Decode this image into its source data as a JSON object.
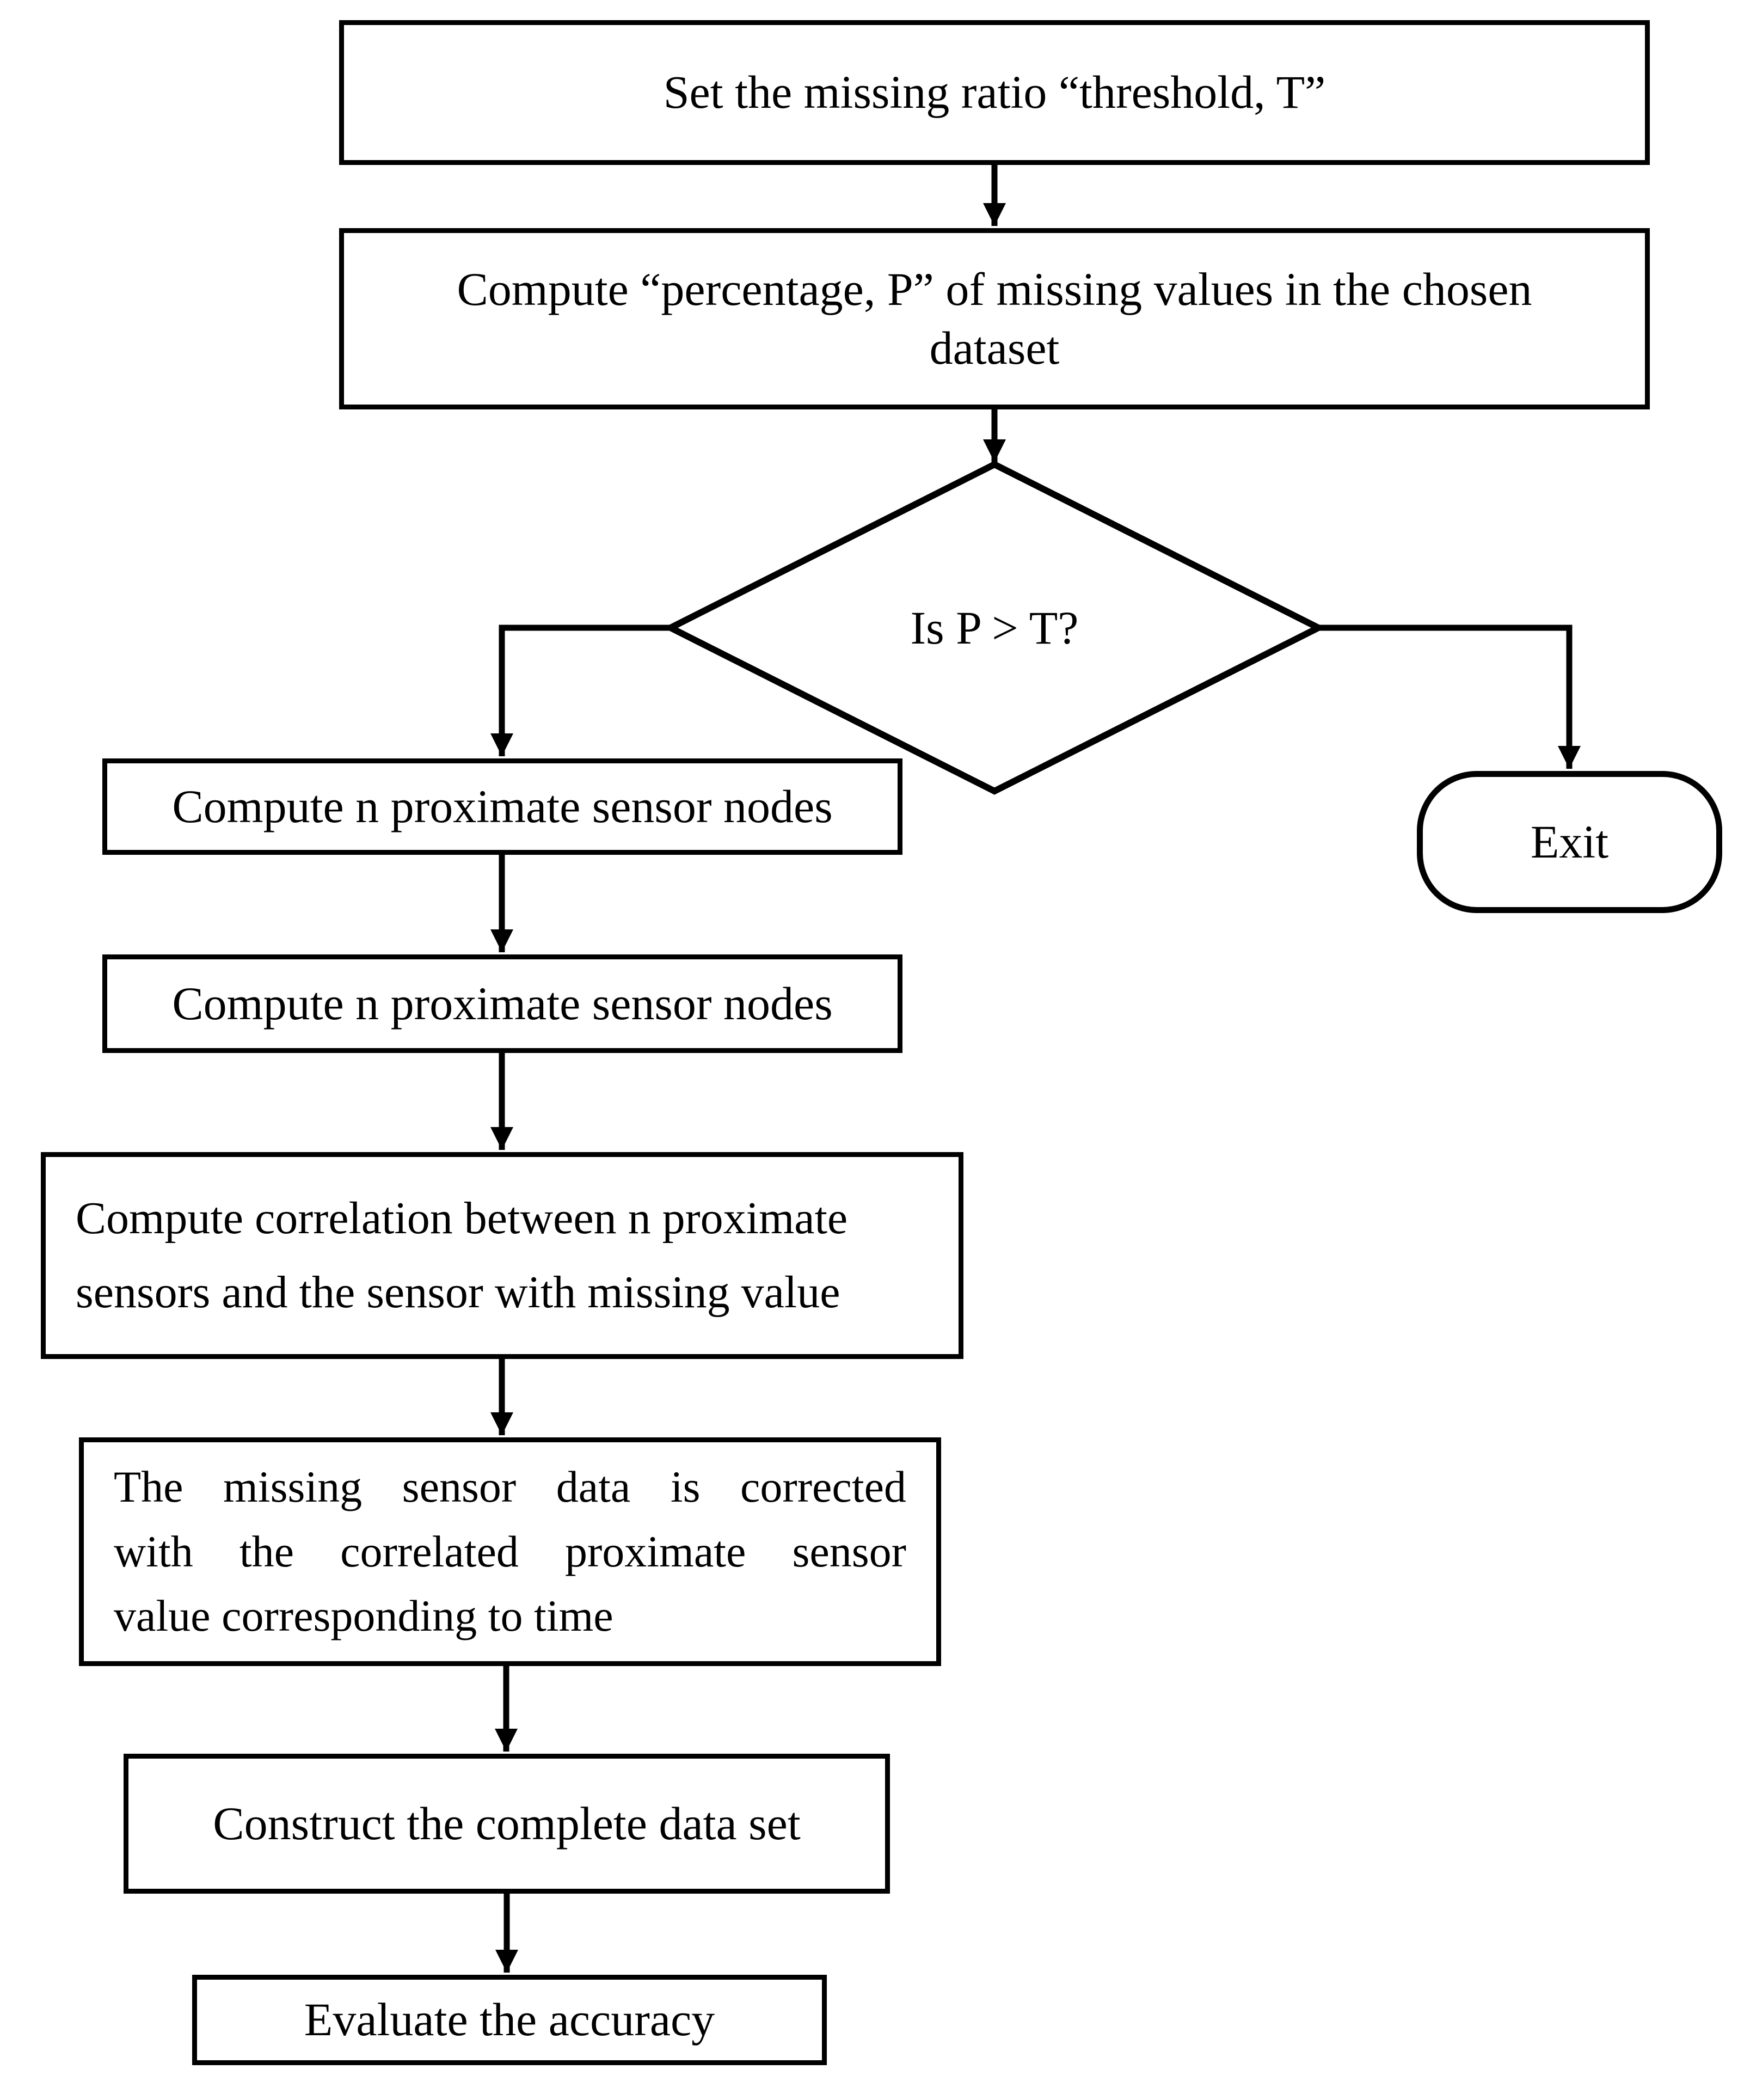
{
  "page": {
    "background_color": "#ffffff",
    "line_color": "#000000",
    "node_fill_color": "#ffffff"
  },
  "flowchart": {
    "nodes": {
      "start": {
        "shape": "rect",
        "label": "Set the missing ratio “threshold, T”"
      },
      "compute_percentage": {
        "shape": "rect",
        "lines": [
          "Compute “percentage, P” of missing values in the chosen",
          "dataset"
        ]
      },
      "decision": {
        "shape": "diamond",
        "label": "Is P > T?"
      },
      "compute_proximate_1": {
        "shape": "rect",
        "label": "Compute n proximate sensor nodes"
      },
      "compute_proximate_2": {
        "shape": "rect",
        "label": "Compute n proximate sensor nodes"
      },
      "compute_correlation": {
        "shape": "rect",
        "lines": [
          "Compute correlation between n proximate",
          "sensors and the sensor with missing value"
        ]
      },
      "correct_missing": {
        "shape": "rect",
        "lines": [
          "The missing sensor data is corrected",
          "with the correlated proximate sensor",
          "value corresponding to time"
        ]
      },
      "construct_dataset": {
        "shape": "rect",
        "label": "Construct the complete data set"
      },
      "evaluate_accuracy": {
        "shape": "rect",
        "label": "Evaluate the accuracy"
      },
      "exit": {
        "shape": "rounded",
        "label": "Exit"
      }
    },
    "edges": [
      {
        "from": "start",
        "to": "compute_percentage"
      },
      {
        "from": "compute_percentage",
        "to": "decision"
      },
      {
        "from": "decision",
        "to": "compute_proximate_1",
        "branch": "left"
      },
      {
        "from": "decision",
        "to": "exit",
        "branch": "right"
      },
      {
        "from": "compute_proximate_1",
        "to": "compute_proximate_2"
      },
      {
        "from": "compute_proximate_2",
        "to": "compute_correlation"
      },
      {
        "from": "compute_correlation",
        "to": "correct_missing"
      },
      {
        "from": "correct_missing",
        "to": "construct_dataset"
      },
      {
        "from": "construct_dataset",
        "to": "evaluate_accuracy"
      }
    ]
  }
}
